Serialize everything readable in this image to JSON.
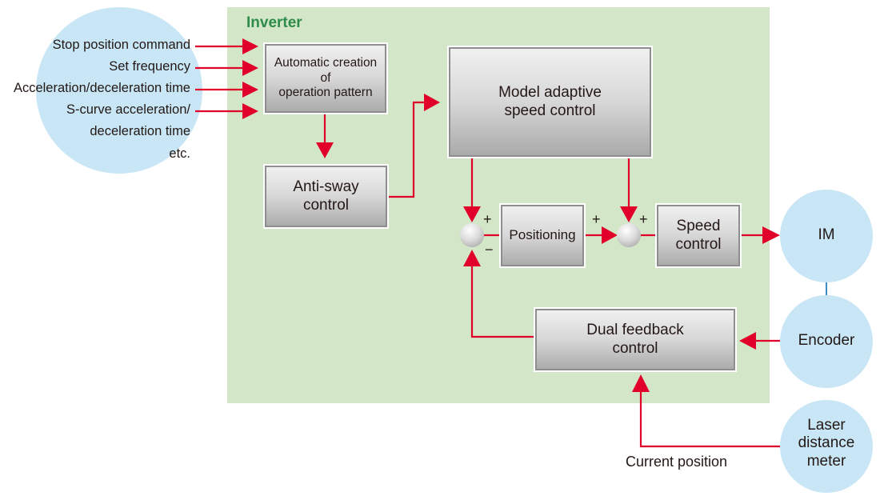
{
  "colors": {
    "panel_background": "#d3e7c8",
    "panel_title": "#2e8b4a",
    "arrow": "#e0002a",
    "device_circle": "#c8e6f6",
    "connector_line": "#3a8cc8"
  },
  "inverter": {
    "title": "Inverter"
  },
  "inputs": {
    "items": [
      "Stop position command",
      "Set frequency",
      "Acceleration/deceleration time",
      "S-curve acceleration/",
      "deceleration time",
      "etc."
    ]
  },
  "blocks": {
    "auto_pattern": [
      "Automatic creation",
      "of",
      "operation pattern"
    ],
    "anti_sway": [
      "Anti-sway",
      "control"
    ],
    "model_adaptive": [
      "Model adaptive",
      "speed control"
    ],
    "positioning": [
      "Positioning"
    ],
    "speed_control": [
      "Speed",
      "control"
    ],
    "dual_feedback": [
      "Dual feedback",
      "control"
    ]
  },
  "junctions": {
    "j1": {
      "top_sign": "+",
      "bottom_sign": "−"
    },
    "j2": {
      "left_sign": "+",
      "top_sign": "+"
    }
  },
  "devices": {
    "motor": "IM",
    "encoder": "Encoder",
    "laser": [
      "Laser",
      "distance",
      "meter"
    ]
  },
  "labels": {
    "current_position": "Current position"
  }
}
